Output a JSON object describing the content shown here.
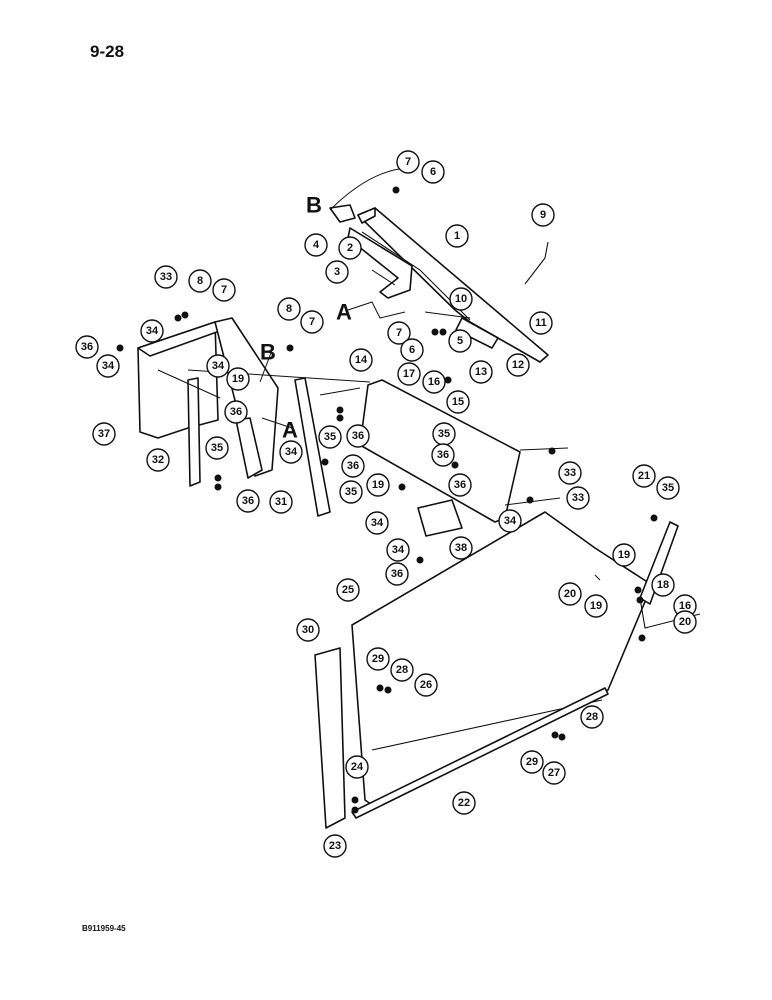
{
  "header": {
    "page_number": "9-28"
  },
  "footer": {
    "figure_code": "B911959-45"
  },
  "reference_letters": [
    "B",
    "A",
    "B",
    "A"
  ],
  "callouts": [
    "7",
    "6",
    "B",
    "1",
    "9",
    "4",
    "2",
    "3",
    "A",
    "10",
    "11",
    "7",
    "5",
    "6",
    "12",
    "13",
    "33",
    "8",
    "7",
    "36",
    "34",
    "8",
    "7",
    "34",
    "14",
    "17",
    "16",
    "15",
    "19",
    "37",
    "36",
    "35",
    "36",
    "34",
    "34",
    "32",
    "35",
    "36",
    "36",
    "31",
    "35",
    "33",
    "19",
    "34",
    "36",
    "35",
    "36",
    "33",
    "34",
    "38",
    "34",
    "36",
    "21",
    "35",
    "25",
    "20",
    "19",
    "19",
    "18",
    "16",
    "20",
    "30",
    "29",
    "28",
    "26",
    "28",
    "29",
    "27",
    "24",
    "22",
    "23"
  ]
}
